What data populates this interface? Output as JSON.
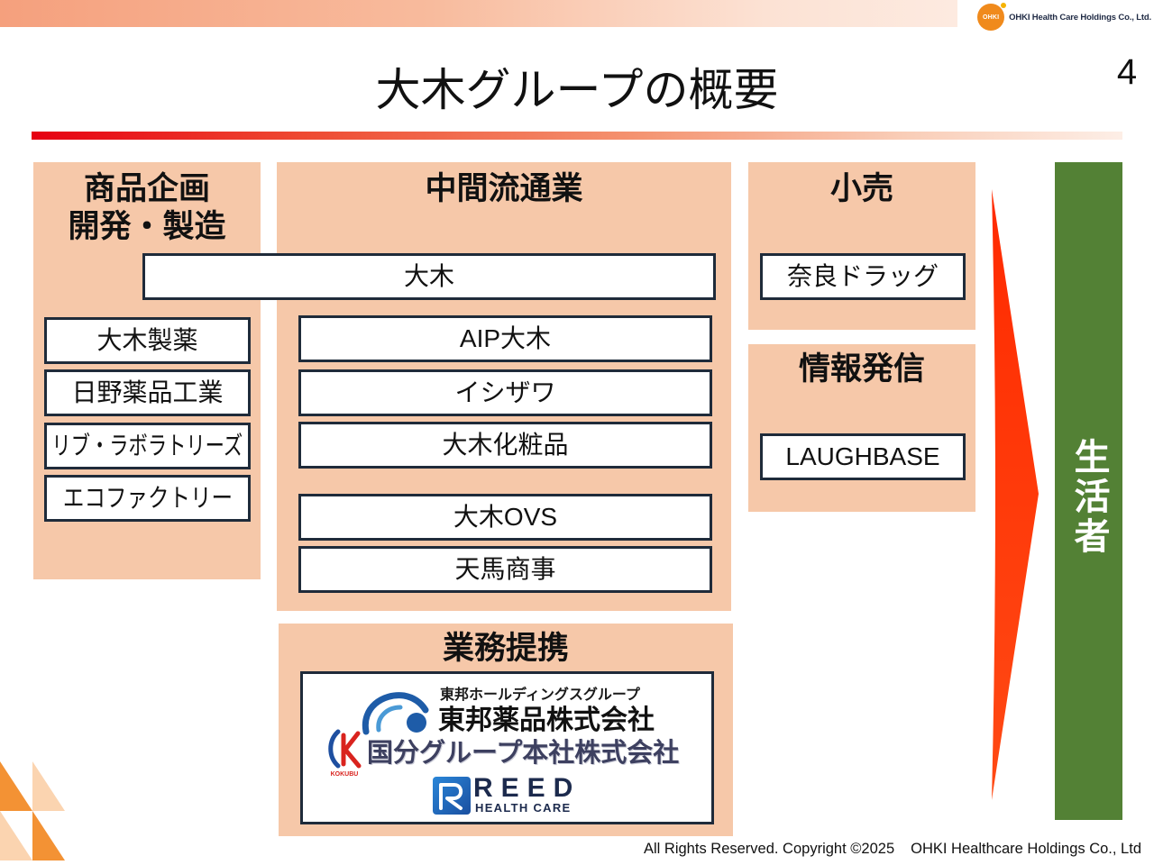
{
  "header": {
    "logo_mark": "OHKI",
    "company_name": "OHKI Health Care Holdings Co., Ltd.",
    "page_number": "4",
    "title": "大木グループの概要"
  },
  "diagram": {
    "spanning_company": "大木",
    "manufacturing": {
      "title_lines": [
        "商品企画",
        "開発・製造"
      ],
      "companies": [
        "大木製薬",
        "日野薬品工業",
        "リブ・ラボラトリーズ",
        "エコファクトリー"
      ]
    },
    "intermediate_distribution": {
      "title": "中間流通業",
      "companies": [
        "AIP大木",
        "イシザワ",
        "大木化粧品",
        "大木OVS",
        "天馬商事"
      ]
    },
    "retail": {
      "title": "小売",
      "companies": [
        "奈良ドラッグ"
      ]
    },
    "information": {
      "title": "情報発信",
      "companies": [
        "LAUGHBASE"
      ]
    },
    "business_alliance": {
      "title": "業務提携",
      "partners": [
        {
          "logo": "toho-logo-icon",
          "group": "東邦ホールディングスグループ",
          "name": "東邦薬品株式会社"
        },
        {
          "logo": "kokubu-logo-icon",
          "logo_text": "KOKUBU",
          "name": "国分グループ本社株式会社"
        },
        {
          "logo": "reed-logo-icon",
          "name": "REED",
          "tagline": "HEALTH CARE"
        }
      ]
    },
    "flow_arrow": "arrow-right-icon",
    "consumer": "生活者"
  },
  "footer": {
    "rights": "All Rights Reserved. Copyright ©2025",
    "company": "OHKI Healthcare Holdings Co., Ltd"
  },
  "colors": {
    "header_bar": "#f5a07d",
    "logo_orange": "#f08a1c",
    "title_rule_start": "#e60012",
    "panel_fill": "#f6c8a9",
    "box_border": "#1f2b3a",
    "arrow": "#ff3d0a",
    "consumer_bar": "#538135"
  }
}
